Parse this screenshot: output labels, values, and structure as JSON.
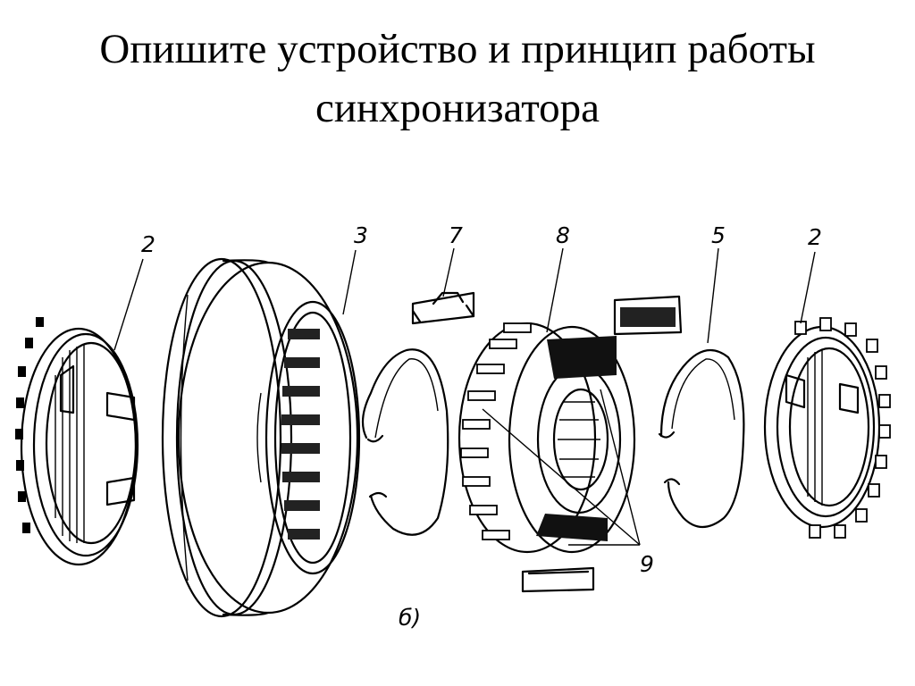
{
  "slide": {
    "title_line1": "Опишите устройство и принцип работы",
    "title_line2": "синхронизатора"
  },
  "diagram": {
    "labels": {
      "ring_left": "2",
      "sleeve": "3",
      "key_top": "7",
      "hub": "8",
      "spring": "5",
      "ring_right": "2",
      "keys_pointer": "9",
      "figure": "б)"
    }
  }
}
